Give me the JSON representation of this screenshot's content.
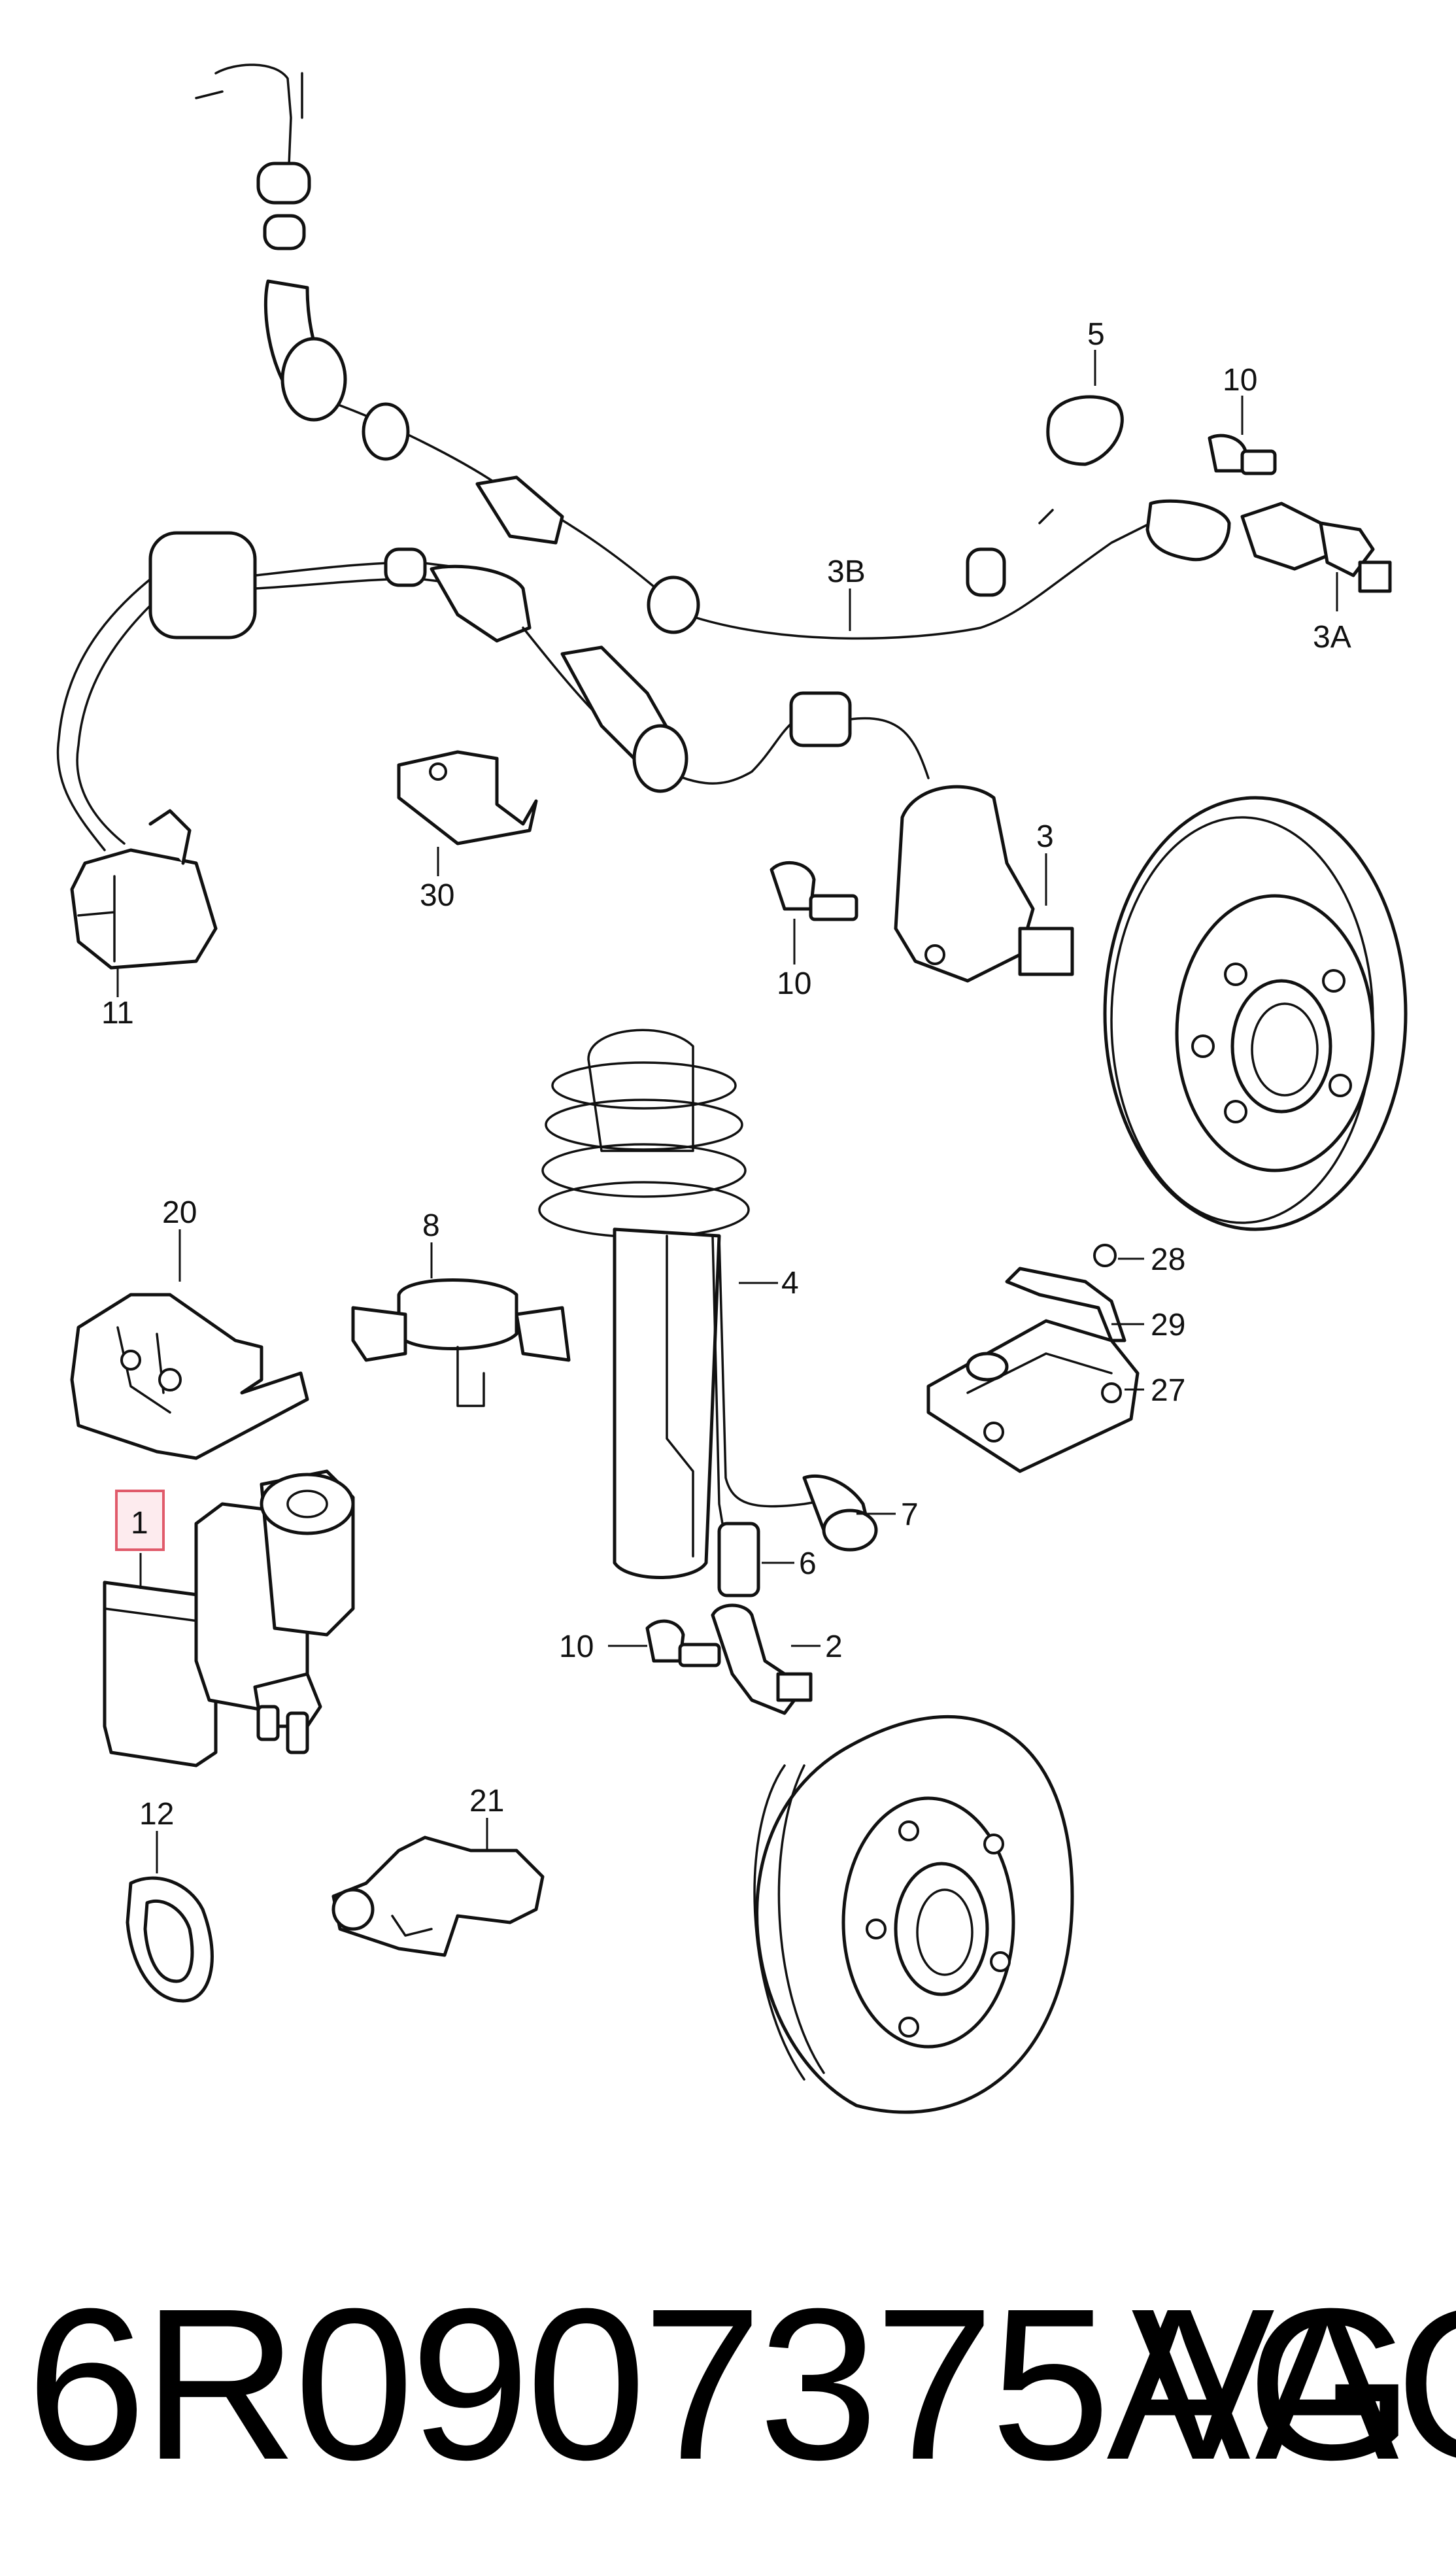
{
  "diagram": {
    "callouts": {
      "c1": "1",
      "c2": "2",
      "c3": "3",
      "c3A": "3A",
      "c3B": "3B",
      "c4": "4",
      "c5": "5",
      "c6": "6",
      "c7": "7",
      "c8": "8",
      "c10a": "10",
      "c10b": "10",
      "c10c": "10",
      "c11": "11",
      "c12": "12",
      "c20": "20",
      "c21": "21",
      "c27": "27",
      "c28": "28",
      "c29": "29",
      "c30": "30"
    },
    "highlighted_callout": "1",
    "highlight_color": "#e05a6a"
  },
  "footer": {
    "part_number": "6R0907375AG",
    "brand": "VAG"
  }
}
